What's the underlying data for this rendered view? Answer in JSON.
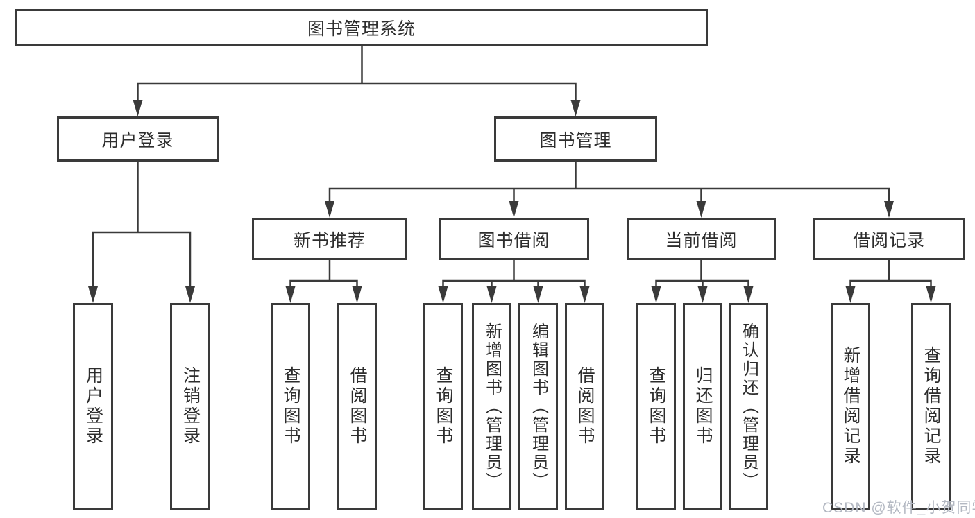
{
  "diagram_type": "hierarchy-tree",
  "tree": {
    "root": {
      "label": "图书管理系统",
      "children": [
        {
          "label": "用户登录",
          "children": [
            {
              "label": "用户登录"
            },
            {
              "label": "注销登录"
            }
          ]
        },
        {
          "label": "图书管理",
          "children": [
            {
              "label": "新书推荐",
              "children": [
                {
                  "label": "查询图书"
                },
                {
                  "label": "借阅图书"
                }
              ]
            },
            {
              "label": "图书借阅",
              "children": [
                {
                  "label": "查询图书"
                },
                {
                  "label": "新增图书（管理员）"
                },
                {
                  "label": "编辑图书（管理员）"
                },
                {
                  "label": "借阅图书"
                }
              ]
            },
            {
              "label": "当前借阅",
              "children": [
                {
                  "label": "查询图书"
                },
                {
                  "label": "归还图书"
                },
                {
                  "label": "确认归还（管理员）"
                }
              ]
            },
            {
              "label": "借阅记录",
              "children": [
                {
                  "label": "新增借阅记录"
                },
                {
                  "label": "查询借阅记录"
                }
              ]
            }
          ]
        }
      ]
    }
  },
  "watermark": {
    "text": "CSDN @软件_小贺同学"
  },
  "colors": {
    "line": "#3a3a3a",
    "box_border": "#3a3a3a",
    "box_background": "#ffffff",
    "text": "#2d2d2d",
    "watermark": "#b3b8c2",
    "page_background": "#ffffff"
  }
}
